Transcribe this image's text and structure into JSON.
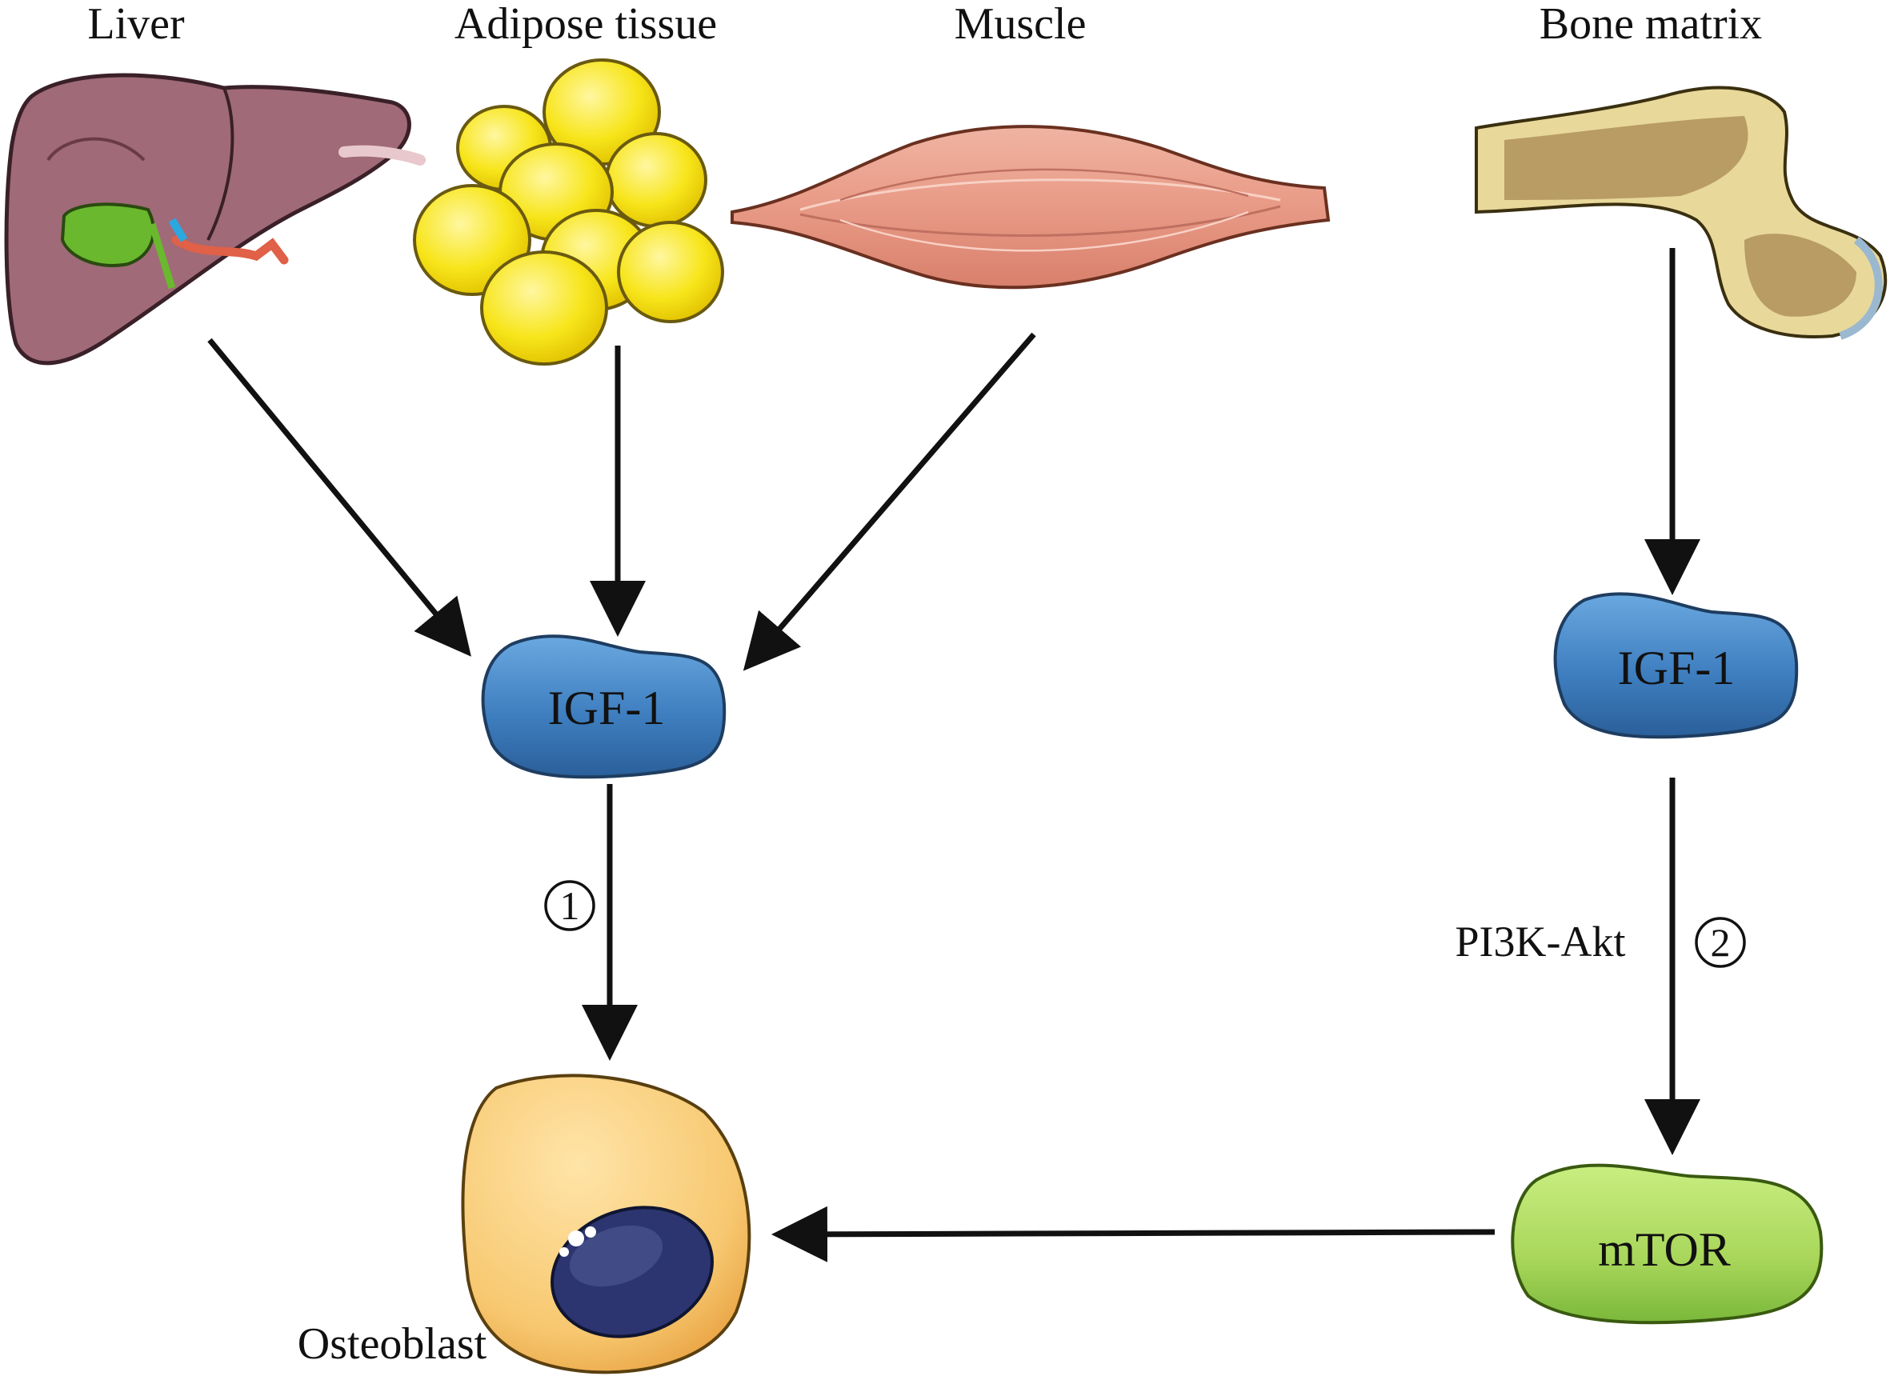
{
  "organs": {
    "liver": "Liver",
    "adipose": "Adipose tissue",
    "muscle": "Muscle",
    "bone": "Bone matrix"
  },
  "nodes": {
    "igf1_left": "IGF-1",
    "igf1_right": "IGF-1",
    "mtor": "mTOR",
    "osteoblast": "Osteoblast"
  },
  "pathways": {
    "pi3k": "PI3K-Akt",
    "step1": "1",
    "step2": "2"
  },
  "colors": {
    "liver": "#a06a78",
    "gallbladder": "#6ab82e",
    "fat": "#f7e51a",
    "muscle": "#e89a86",
    "bone": "#e8d89a",
    "igf1": "#3f7fc0",
    "mtor": "#a8d65a",
    "osteoblast": "#f7c870",
    "nucleus": "#2c3570",
    "arrow": "#111111"
  }
}
